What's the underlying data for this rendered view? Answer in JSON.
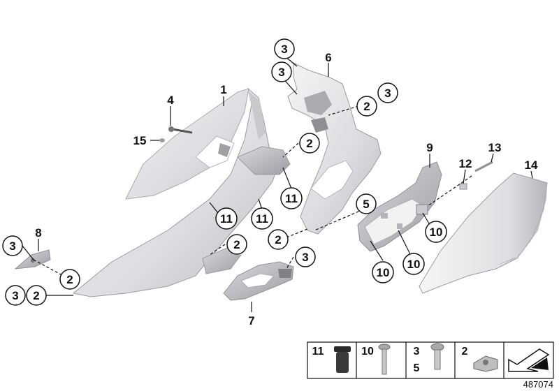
{
  "labels": {
    "l1": "1",
    "l4": "4",
    "l15": "15",
    "l8": "8",
    "l3a": "3",
    "l3b": "3",
    "l2a": "2",
    "l2b": "2",
    "l2c": "2",
    "l11a": "11",
    "l11b": "11",
    "l11c": "11",
    "l7": "7",
    "l3c": "3",
    "l3d": "3",
    "l3e": "3",
    "l3f": "3",
    "l6": "6",
    "l2d": "2",
    "l2e": "2",
    "l5": "5",
    "l2f": "2",
    "l9": "9",
    "l10a": "10",
    "l10b": "10",
    "l10c": "10",
    "l12": "12",
    "l13": "13",
    "l14": "14"
  },
  "legend": {
    "c1": "11",
    "c2": "10",
    "c3a": "3",
    "c3b": "5",
    "c4": "2"
  },
  "reference_number": "487074"
}
